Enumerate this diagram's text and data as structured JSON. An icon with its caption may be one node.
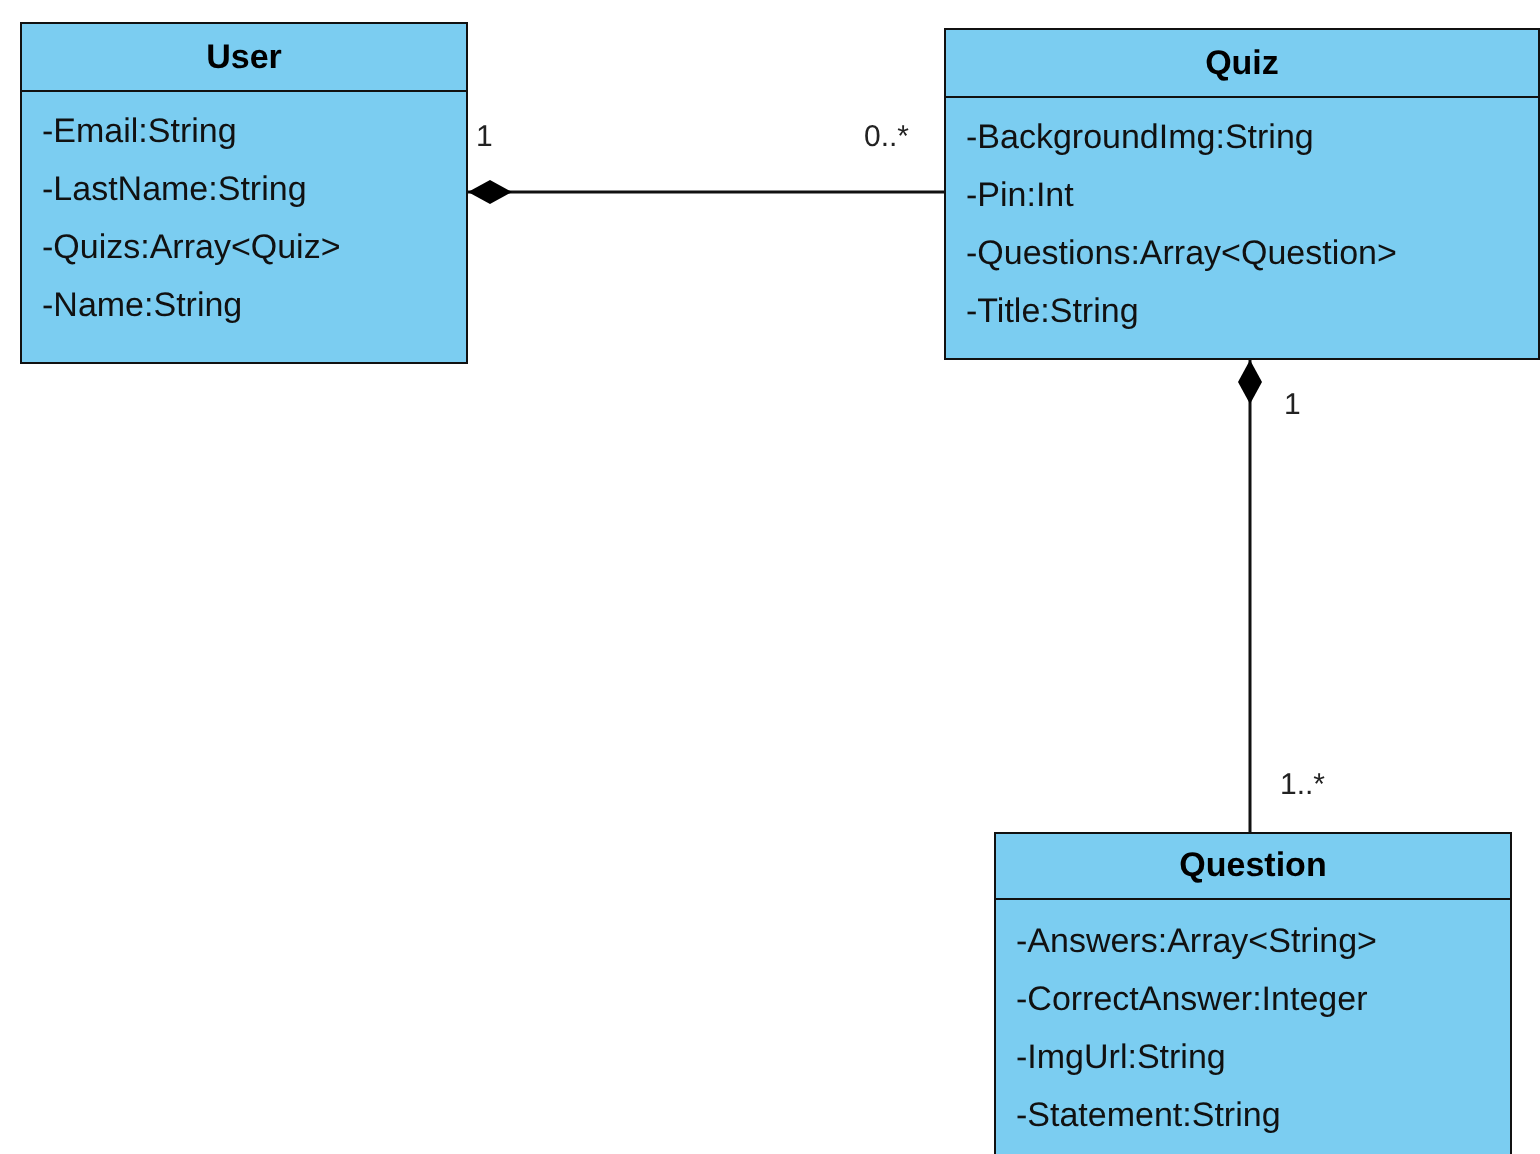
{
  "diagram": {
    "nodes": [
      {
        "text": [
          "User",
          "-Email:String",
          "-LastName:String",
          "-Quizs:Array<Quiz>",
          "-Name:String"
        ]
      },
      {
        "text": [
          "Quiz",
          "-BackgroundImg:String",
          "-Pin:Int",
          "-Questions:Array<Question>",
          "-Title:String"
        ]
      },
      {
        "text": [
          "Question",
          "-Answers:Array<String>",
          "-CorrectAnswer:Integer",
          "-ImgUrl:String",
          "-Statement:String"
        ]
      }
    ],
    "edges": [
      {
        "from": 0,
        "to": 1,
        "arrow": "other"
      },
      {
        "from": 1,
        "to": 2,
        "arrow": "other"
      }
    ],
    "labels": [
      "1",
      "0..*",
      "1",
      "1..*"
    ]
  }
}
